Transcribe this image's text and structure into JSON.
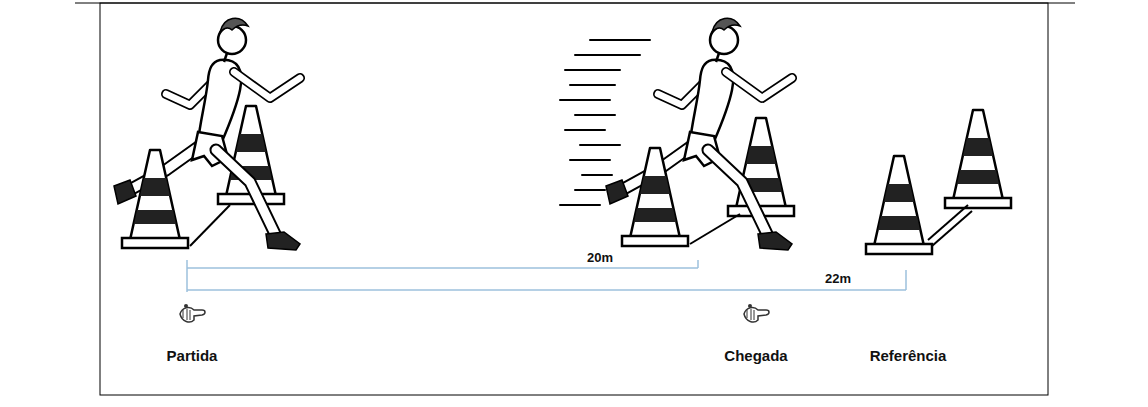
{
  "diagram": {
    "labels": [
      "20m",
      "22m",
      "Partida",
      "Chegada",
      "Referência"
    ]
  }
}
